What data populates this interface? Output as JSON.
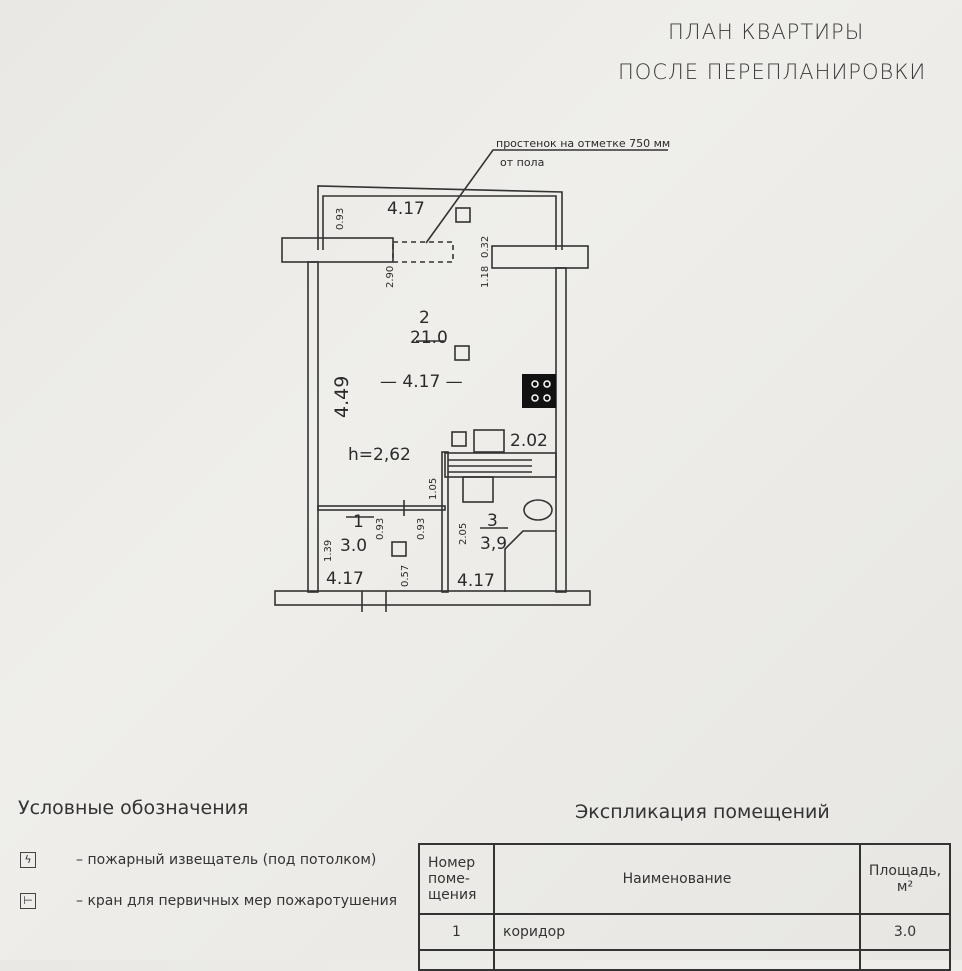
{
  "header": {
    "line1": "ПЛАН КВАРТИРЫ",
    "line2": "ПОСЛЕ ПЕРЕПЛАНИРОВКИ"
  },
  "plan": {
    "note_line1": "простенок на отметке 750 мм",
    "note_line2": "от пола",
    "dims": {
      "top_width": "4.17",
      "top_depth": "0.93",
      "opening_left": "2.90",
      "opening_right_a": "0.32",
      "opening_right_b": "1.18",
      "room_width": "4.17",
      "room_length": "4.49",
      "height": "h=2,62",
      "kitchen_len": "2.02",
      "d105": "1.05",
      "corr_a": "0.93",
      "corr_b": "0.93",
      "corr_c": "1.39",
      "corr_d": "0.57",
      "corr_width": "4.17",
      "bath_len": "2.05",
      "bath_width": "4.17"
    },
    "rooms": [
      {
        "number": "2",
        "area": "21.0"
      },
      {
        "number": "1",
        "area": "3.0"
      },
      {
        "number": "3",
        "area": "3,9"
      }
    ]
  },
  "legend": {
    "title": "Условные обозначения",
    "items": [
      {
        "icon": "fire-detector-icon",
        "symbol": "ϟ",
        "label": "– пожарный извещатель (под потолком)"
      },
      {
        "icon": "fire-hydrant-icon",
        "symbol": "⊢",
        "label": "–  кран для первичных мер пожаротушения"
      }
    ]
  },
  "explication": {
    "title": "Экспликация помещений",
    "headers": [
      "Номер поме-щения",
      "Наименование",
      "Площадь, м²"
    ],
    "rows": [
      {
        "number": "1",
        "name": "коридор",
        "area": "3.0"
      }
    ]
  }
}
